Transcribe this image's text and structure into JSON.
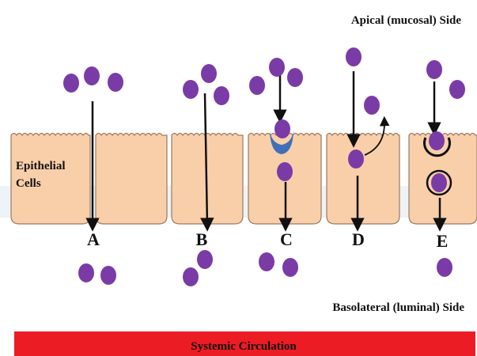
{
  "labels": {
    "apical": "Apical (mucosal) Side",
    "basolateral": "Basolateral  (luminal) Side",
    "epithelial_line1": "Epithelial",
    "epithelial_line2": "Cells",
    "systemic": "Systemic Circulation"
  },
  "pathways": [
    "A",
    "B",
    "C",
    "D",
    "E"
  ],
  "colors": {
    "molecule": "#7B3BA6",
    "cell_fill": "#F9CFA9",
    "cell_stroke": "#9a7a62",
    "carrier": "#3F6FB8",
    "circulation": "#EC1C24"
  }
}
